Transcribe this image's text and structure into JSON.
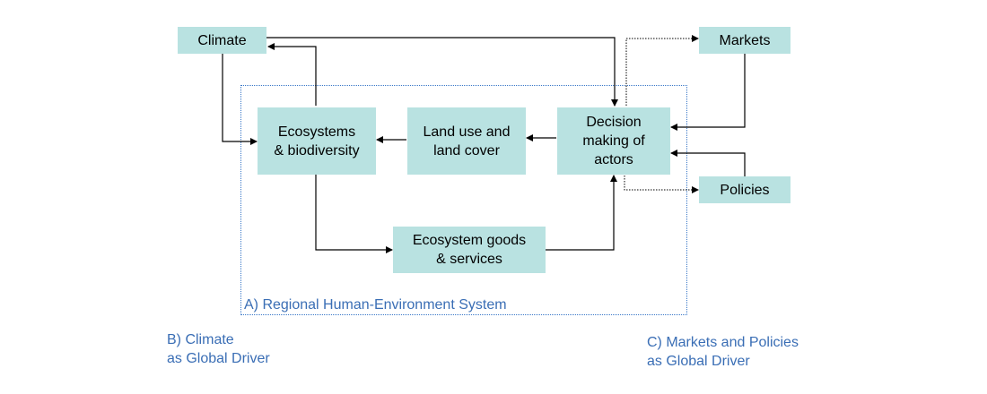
{
  "nodes": {
    "climate": "Climate",
    "markets": "Markets",
    "policies": "Policies",
    "ecosystems": "Ecosystems\n& biodiversity",
    "land_use": "Land use and\nland cover",
    "decision": "Decision\nmaking of\nactors",
    "goods": "Ecosystem goods\n& services"
  },
  "labels": {
    "region_a": "A) Regional Human-Environment System",
    "driver_b": "B) Climate\nas Global Driver",
    "driver_c": "C) Markets and Policies\nas Global Driver"
  },
  "colors": {
    "box_fill": "#b9e2e1",
    "caption_blue": "#3a6eb5",
    "region_border": "#3a78c8",
    "arrow": "#000000"
  }
}
